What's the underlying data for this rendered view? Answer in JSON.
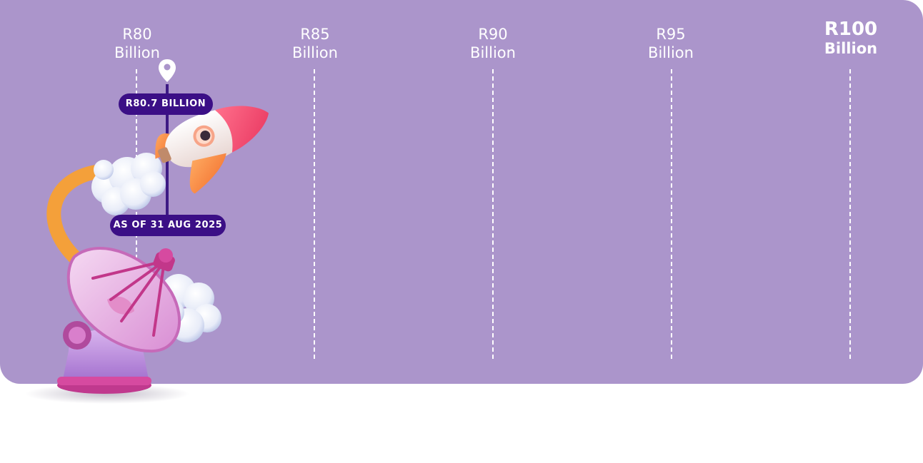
{
  "scale": {
    "ticks": [
      {
        "amount": "R80",
        "unit": "Billion",
        "emphasis": false
      },
      {
        "amount": "R85",
        "unit": "Billion",
        "emphasis": false
      },
      {
        "amount": "R90",
        "unit": "Billion",
        "emphasis": false
      },
      {
        "amount": "R95",
        "unit": "Billion",
        "emphasis": false
      },
      {
        "amount": "R100",
        "unit": "Billion",
        "emphasis": true
      }
    ]
  },
  "marker": {
    "value_label": "R80.7 BILLION",
    "date_label": "AS OF 31 AUG 2025",
    "icon": "location-pin-icon"
  },
  "illustration": {
    "rocket": "rocket-icon",
    "dish": "satellite-dish-icon",
    "clouds": "cloud-icon"
  },
  "colors": {
    "panel": "#ab95cb",
    "pill": "#3b0f86",
    "text": "#ffffff",
    "arc": "#f4a03a"
  }
}
